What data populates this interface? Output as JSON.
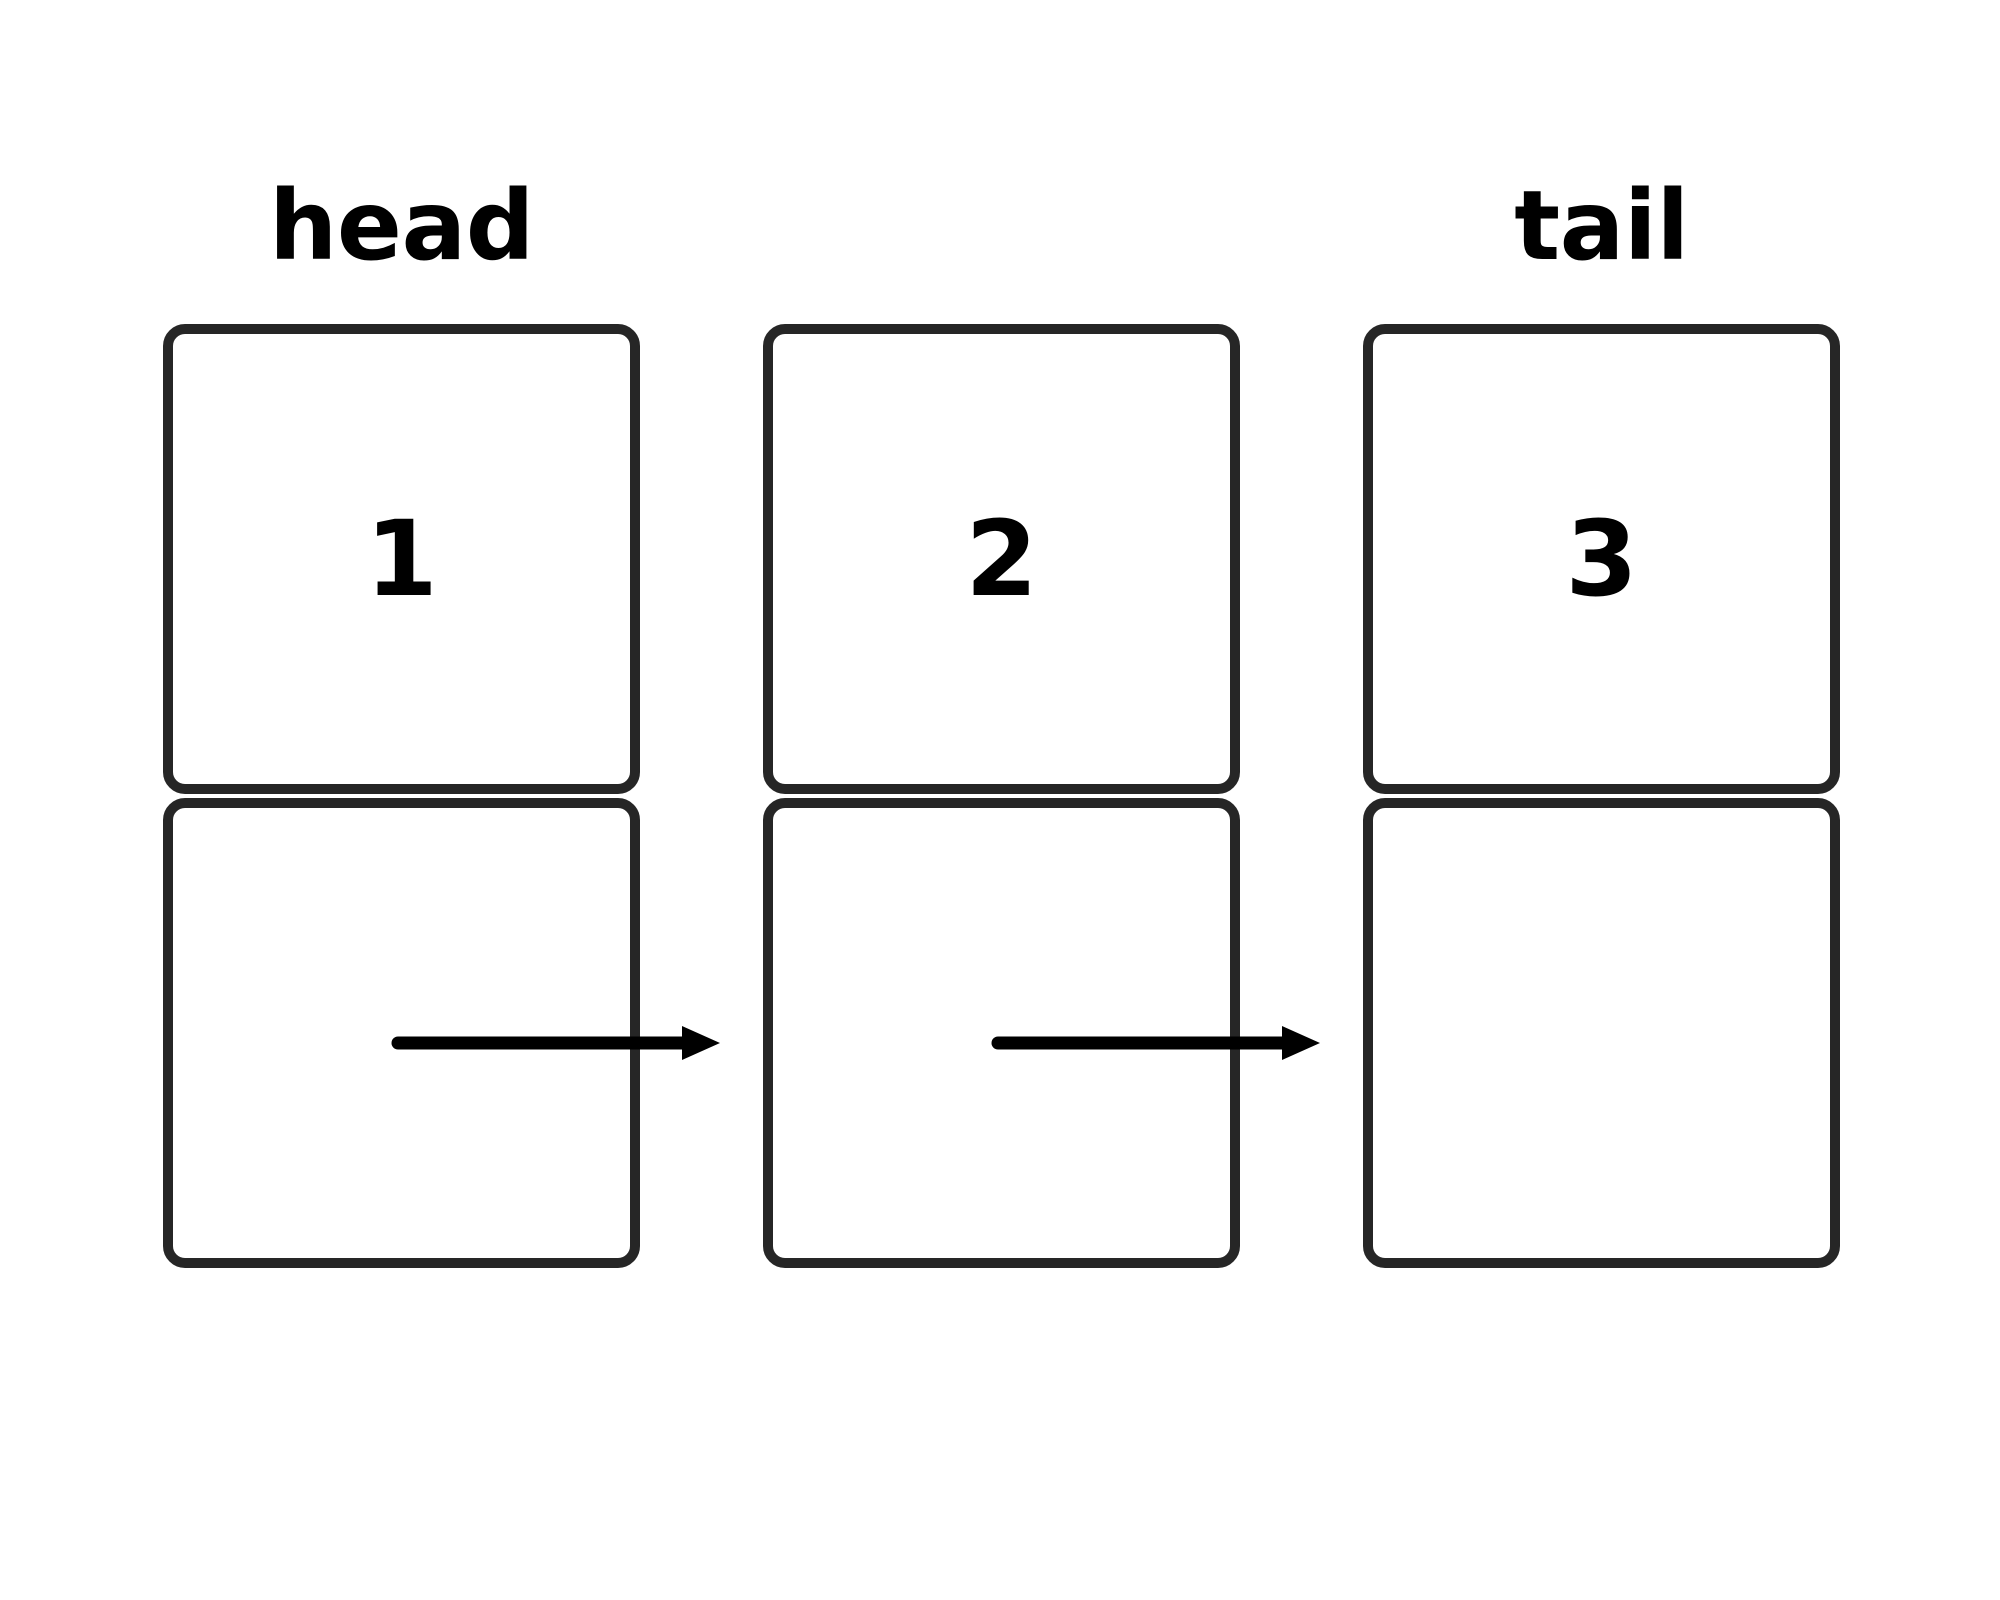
{
  "diagram": {
    "type": "singly-linked-list",
    "background_color": "#ffffff",
    "stroke_color": "#262626",
    "text_color": "#000000",
    "labels": {
      "head": "head",
      "tail": "tail"
    },
    "nodes": [
      {
        "id": "node-1",
        "value": "1",
        "pointer": "arrow-to-node-2",
        "label": "head"
      },
      {
        "id": "node-2",
        "value": "2",
        "pointer": "arrow-to-node-3",
        "label": ""
      },
      {
        "id": "node-3",
        "value": "3",
        "pointer": "none",
        "label": "tail"
      }
    ],
    "arrows": [
      {
        "id": "arrow-1",
        "from": "node-1",
        "to": "node-2"
      },
      {
        "id": "arrow-2",
        "from": "node-2",
        "to": "node-3"
      }
    ]
  }
}
